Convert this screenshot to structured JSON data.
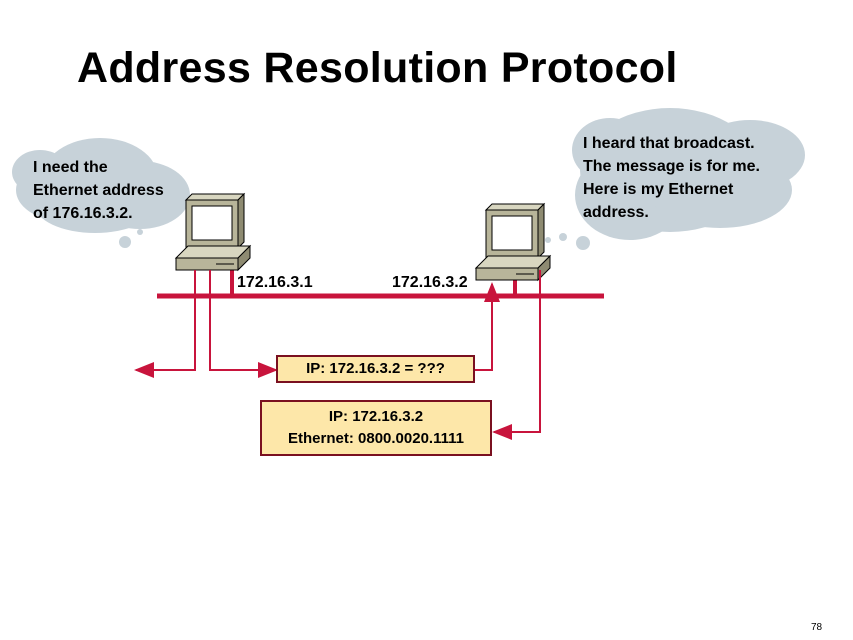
{
  "title": "Address Resolution Protocol",
  "left_bubble": {
    "lines": [
      "I need the",
      "Ethernet address",
      "of 176.16.3.2."
    ]
  },
  "right_bubble": {
    "lines": [
      "I heard that broadcast.",
      "The message is for me.",
      "Here is my Ethernet",
      "address."
    ]
  },
  "hosts": [
    {
      "ip": "172.16.3.1",
      "icon": "computer-icon"
    },
    {
      "ip": "172.16.3.2",
      "icon": "computer-icon"
    }
  ],
  "request_box": {
    "text": "IP: 172.16.3.2 = ???"
  },
  "reply_box": {
    "line1": "IP: 172.16.3.2",
    "line2": "Ethernet: 0800.0020.1111"
  },
  "page_number": "78",
  "colors": {
    "network": "#c8143c",
    "cloud": "#c7d2d9",
    "box_fill": "#fde7a9",
    "box_border": "#7a1020"
  }
}
